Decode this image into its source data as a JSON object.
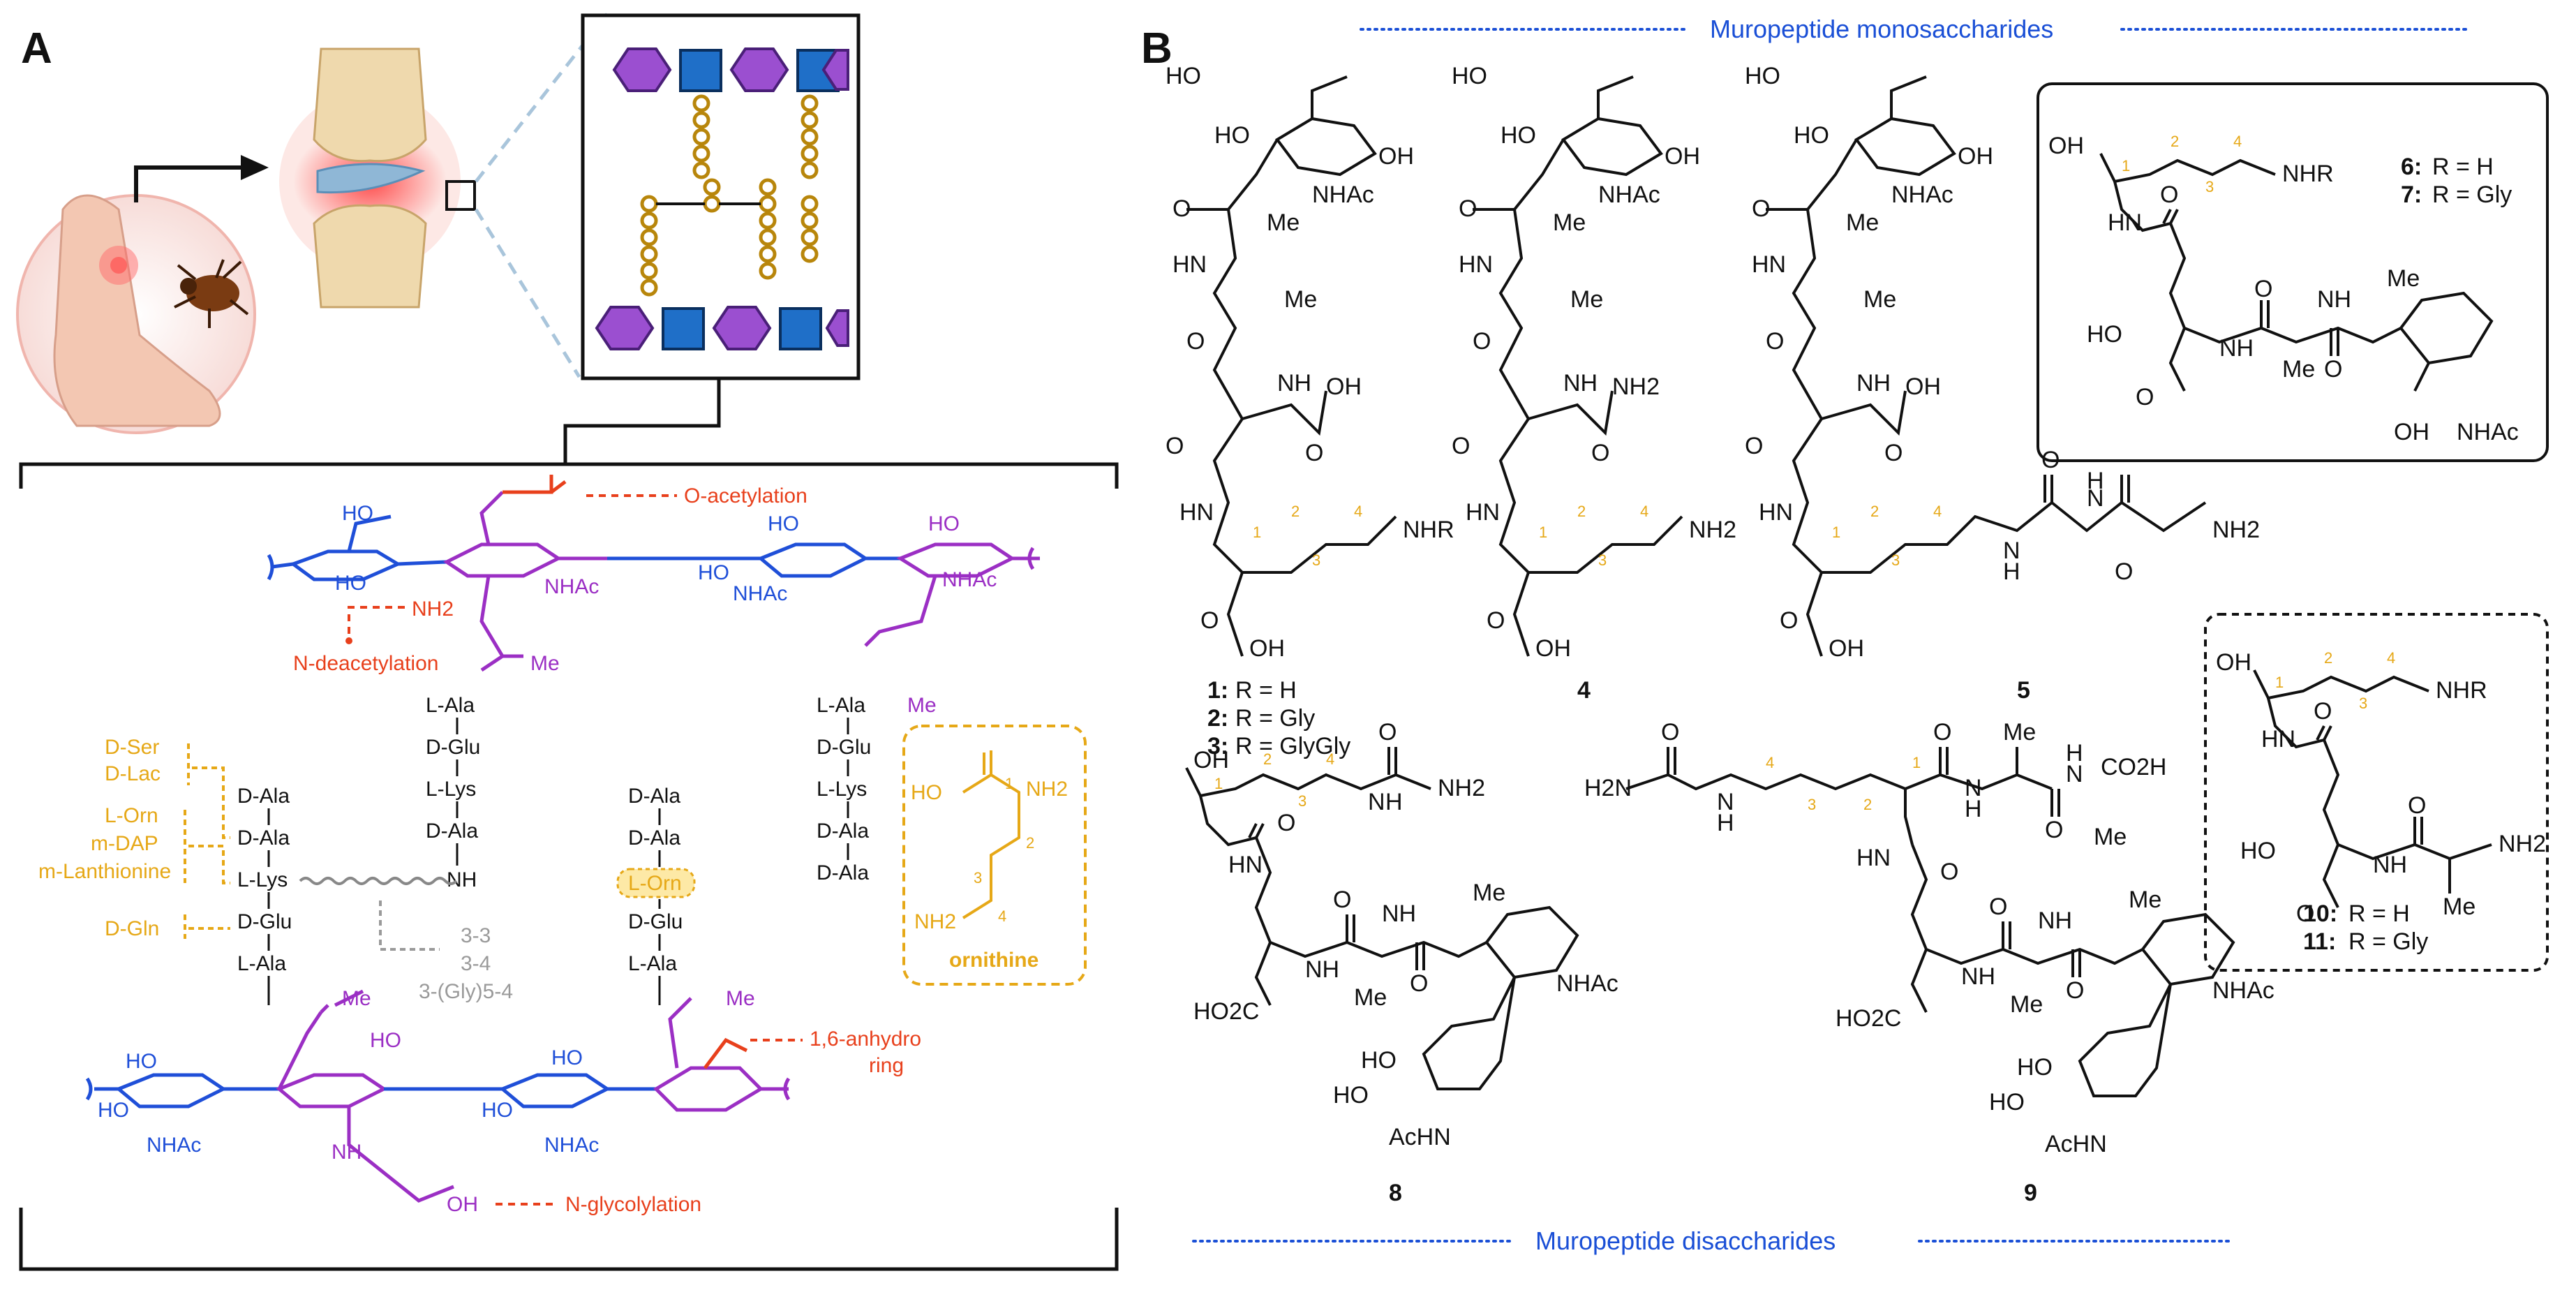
{
  "panels": {
    "a": "A",
    "b": "B"
  },
  "panel_a": {
    "o_acetylation": "O-acetylation",
    "n_deacetylation": "N-deacetylation",
    "nh2": "NH2",
    "nhac": "NHAc",
    "ho": "HO",
    "me": "Me",
    "nh": "NH",
    "oh": "OH",
    "chain_left_mods": [
      "D-Ser",
      "D-Lac",
      "L-Orn",
      "m-DAP",
      "m-Lanthionine",
      "D-Gln"
    ],
    "stem_left": [
      "D-Ala",
      "D-Ala",
      "L-Lys",
      "D-Glu",
      "L-Ala"
    ],
    "stem_middle_top": [
      "L-Ala",
      "D-Glu",
      "L-Lys",
      "D-Ala"
    ],
    "stem_orn": [
      "D-Ala",
      "D-Ala",
      "L-Orn",
      "D-Glu",
      "L-Ala"
    ],
    "stem_right": [
      "L-Ala",
      "D-Glu",
      "L-Lys",
      "D-Ala",
      "D-Ala"
    ],
    "crosslinks": [
      "3-3",
      "3-4",
      "3-(Gly)5-4"
    ],
    "anhydro": [
      "1,6-anhydro",
      "ring"
    ],
    "n_glycolylation": "N-glycolylation",
    "ornithine_label": "ornithine",
    "ornithine_numbers": [
      "1",
      "2",
      "3",
      "4"
    ]
  },
  "panel_b": {
    "title_top": "Muropeptide monosaccharides",
    "title_bottom": "Muropeptide disaccharides",
    "compound_labels": {
      "c1": "1:",
      "c1_r": "R = H",
      "c2": "2:",
      "c2_r": "R = Gly",
      "c3": "3:",
      "c3_r": "R = GlyGly",
      "c4": "4",
      "c5": "5",
      "c6": "6:",
      "c6_r": "R = H",
      "c7": "7:",
      "c7_r": "R = Gly",
      "c8": "8",
      "c9": "9",
      "c10": "10:",
      "c10_r": "R = H",
      "c11": "11:",
      "c11_r": "R = Gly"
    },
    "atoms": {
      "ho": "HO",
      "oh": "OH",
      "o": "O",
      "nh": "NH",
      "hn": "HN",
      "me": "Me",
      "nhac": "NHAc",
      "achn": "AcHN",
      "nhr": "NHR",
      "nh2": "NH2",
      "h2n": "H2N",
      "co2h": "CO2H",
      "ho2c": "HO2C",
      "h": "H",
      "n": "N"
    },
    "chain_numbers": [
      "1",
      "2",
      "3",
      "4"
    ]
  },
  "colors": {
    "glcnac": "#1f6fc8",
    "murnac": "#9b4fd0",
    "peptide": "#b8860b",
    "red_mod": "#e8401c",
    "blue_chem": "#1f4fd8",
    "purple_chem": "#9b2fc4",
    "yellow": "#e6a817",
    "title_blue": "#1a4fd6"
  }
}
